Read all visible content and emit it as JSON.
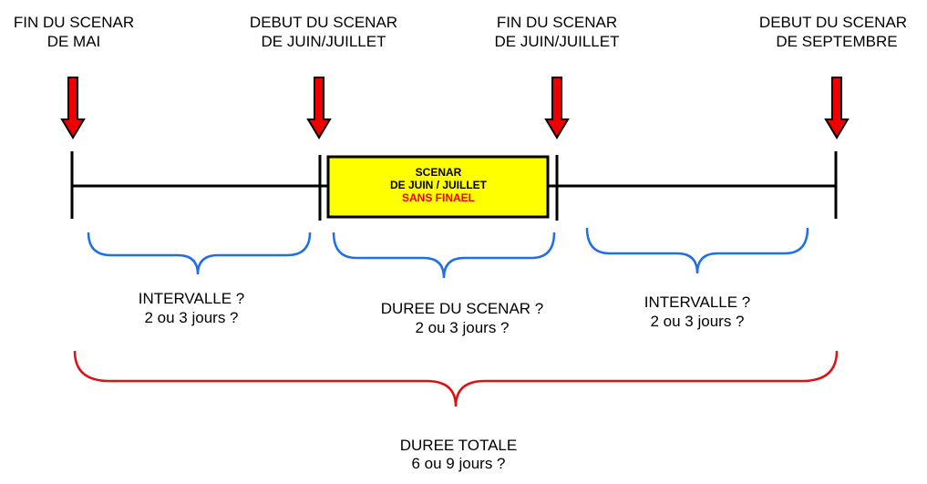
{
  "markers": [
    {
      "line1": "FIN DU SCENAR",
      "line2": "DE MAI"
    },
    {
      "line1": "DEBUT DU SCENAR",
      "line2": "DE JUIN/JUILLET"
    },
    {
      "line1": "FIN DU SCENAR",
      "line2": "DE JUIN/JUILLET"
    },
    {
      "line1": "DEBUT DU SCENAR",
      "line2": "DE SEPTEMBRE"
    }
  ],
  "scenario_box": {
    "line1": "SCENAR",
    "line2": "DE JUIN / JUILLET",
    "line3": "SANS FINAEL"
  },
  "spans": [
    {
      "line1": "INTERVALLE ?",
      "line2": "2 ou 3 jours ?"
    },
    {
      "line1": "DUREE DU SCENAR ?",
      "line2": "2 ou 3 jours ?"
    },
    {
      "line1": "INTERVALLE ?",
      "line2": "2 ou 3 jours ?"
    }
  ],
  "total": {
    "line1": "DUREE TOTALE",
    "line2": "6 ou 9 jours ?"
  },
  "colors": {
    "arrow": "#ee0000",
    "box_fill": "#ffff00",
    "box_warning": "#ee0000",
    "span_brace": "#1e6fe8",
    "total_brace": "#e01010"
  }
}
